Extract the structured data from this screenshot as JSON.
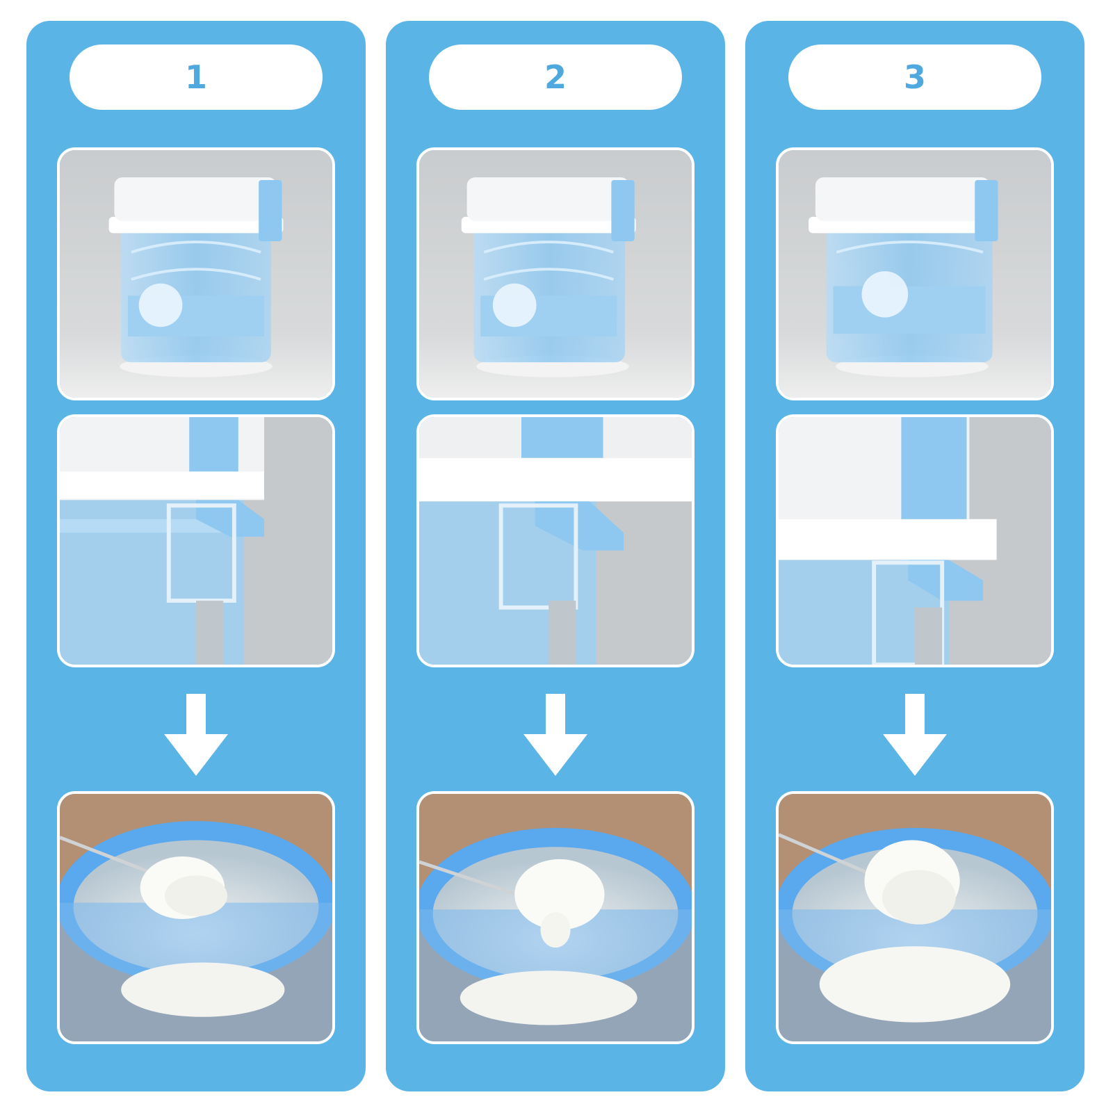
{
  "steps": [
    {
      "number": "1",
      "lock_state": "raised"
    },
    {
      "number": "2",
      "lock_state": "middle"
    },
    {
      "number": "3",
      "lock_state": "lowered"
    }
  ],
  "colors": {
    "panel": "#5BB4E6",
    "pill": "#ffffff",
    "number": "#4FA9DE",
    "arrow": "#ffffff",
    "container_blue": "#8EC8F0",
    "lid": "#f4f6f8"
  },
  "icons": {
    "arrow": "arrow-down-icon"
  }
}
